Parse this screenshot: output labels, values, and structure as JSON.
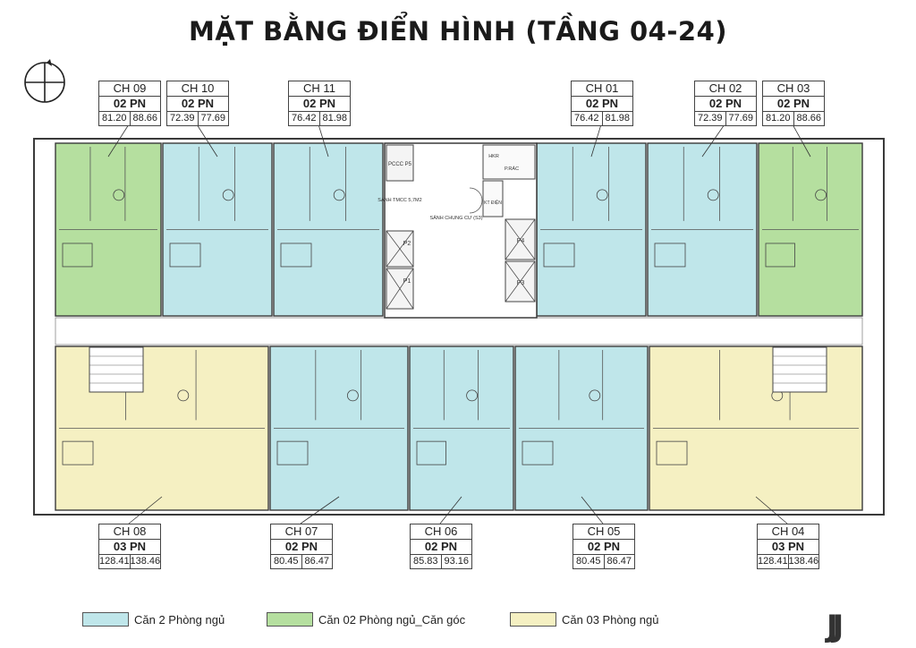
{
  "title": "MẶT BẰNG ĐIỂN HÌNH (TẦNG 04-24)",
  "colors": {
    "two_bedroom": "#bfe6ea",
    "two_bedroom_corner": "#b5df9f",
    "three_bedroom": "#f5f0c2",
    "walls": "#3a3a3a"
  },
  "units_top": [
    {
      "name": "CH 09",
      "type": "02 PN",
      "area_a": "81.20",
      "area_b": "88.66"
    },
    {
      "name": "CH 10",
      "type": "02 PN",
      "area_a": "72.39",
      "area_b": "77.69"
    },
    {
      "name": "CH 11",
      "type": "02 PN",
      "area_a": "76.42",
      "area_b": "81.98"
    },
    {
      "name": "CH 01",
      "type": "02 PN",
      "area_a": "76.42",
      "area_b": "81.98"
    },
    {
      "name": "CH 02",
      "type": "02 PN",
      "area_a": "72.39",
      "area_b": "77.69"
    },
    {
      "name": "CH 03",
      "type": "02 PN",
      "area_a": "81.20",
      "area_b": "88.66"
    }
  ],
  "units_bottom": [
    {
      "name": "CH 08",
      "type": "03 PN",
      "area_a": "128.41",
      "area_b": "138.46"
    },
    {
      "name": "CH 07",
      "type": "02 PN",
      "area_a": "80.45",
      "area_b": "86.47"
    },
    {
      "name": "CH 06",
      "type": "02 PN",
      "area_a": "85.83",
      "area_b": "93.16"
    },
    {
      "name": "CH 05",
      "type": "02 PN",
      "area_a": "80.45",
      "area_b": "86.47"
    },
    {
      "name": "CH 04",
      "type": "03 PN",
      "area_a": "128.41",
      "area_b": "138.46"
    }
  ],
  "core_labels": {
    "pccc": "PCCC P5",
    "sanh_tmcc": "SẢNH TMCC 5,7M2",
    "p2": "P2",
    "p1": "P1",
    "sanh_chung_cu": "SẢNH CHUNG CƯ (S3)",
    "hkr": "HKR",
    "p_rac": "P.RÁC",
    "kt_dien": "KT ĐIỆN",
    "p4": "P4",
    "p3": "P3"
  },
  "legend": [
    {
      "label": "Căn 2 Phòng ngủ",
      "color": "#bfe6ea"
    },
    {
      "label": "Căn 02 Phòng ngủ_Căn góc",
      "color": "#b5df9f"
    },
    {
      "label": "Căn 03 Phòng ngủ",
      "color": "#f5f0c2"
    }
  ],
  "logo_text": "JJ"
}
